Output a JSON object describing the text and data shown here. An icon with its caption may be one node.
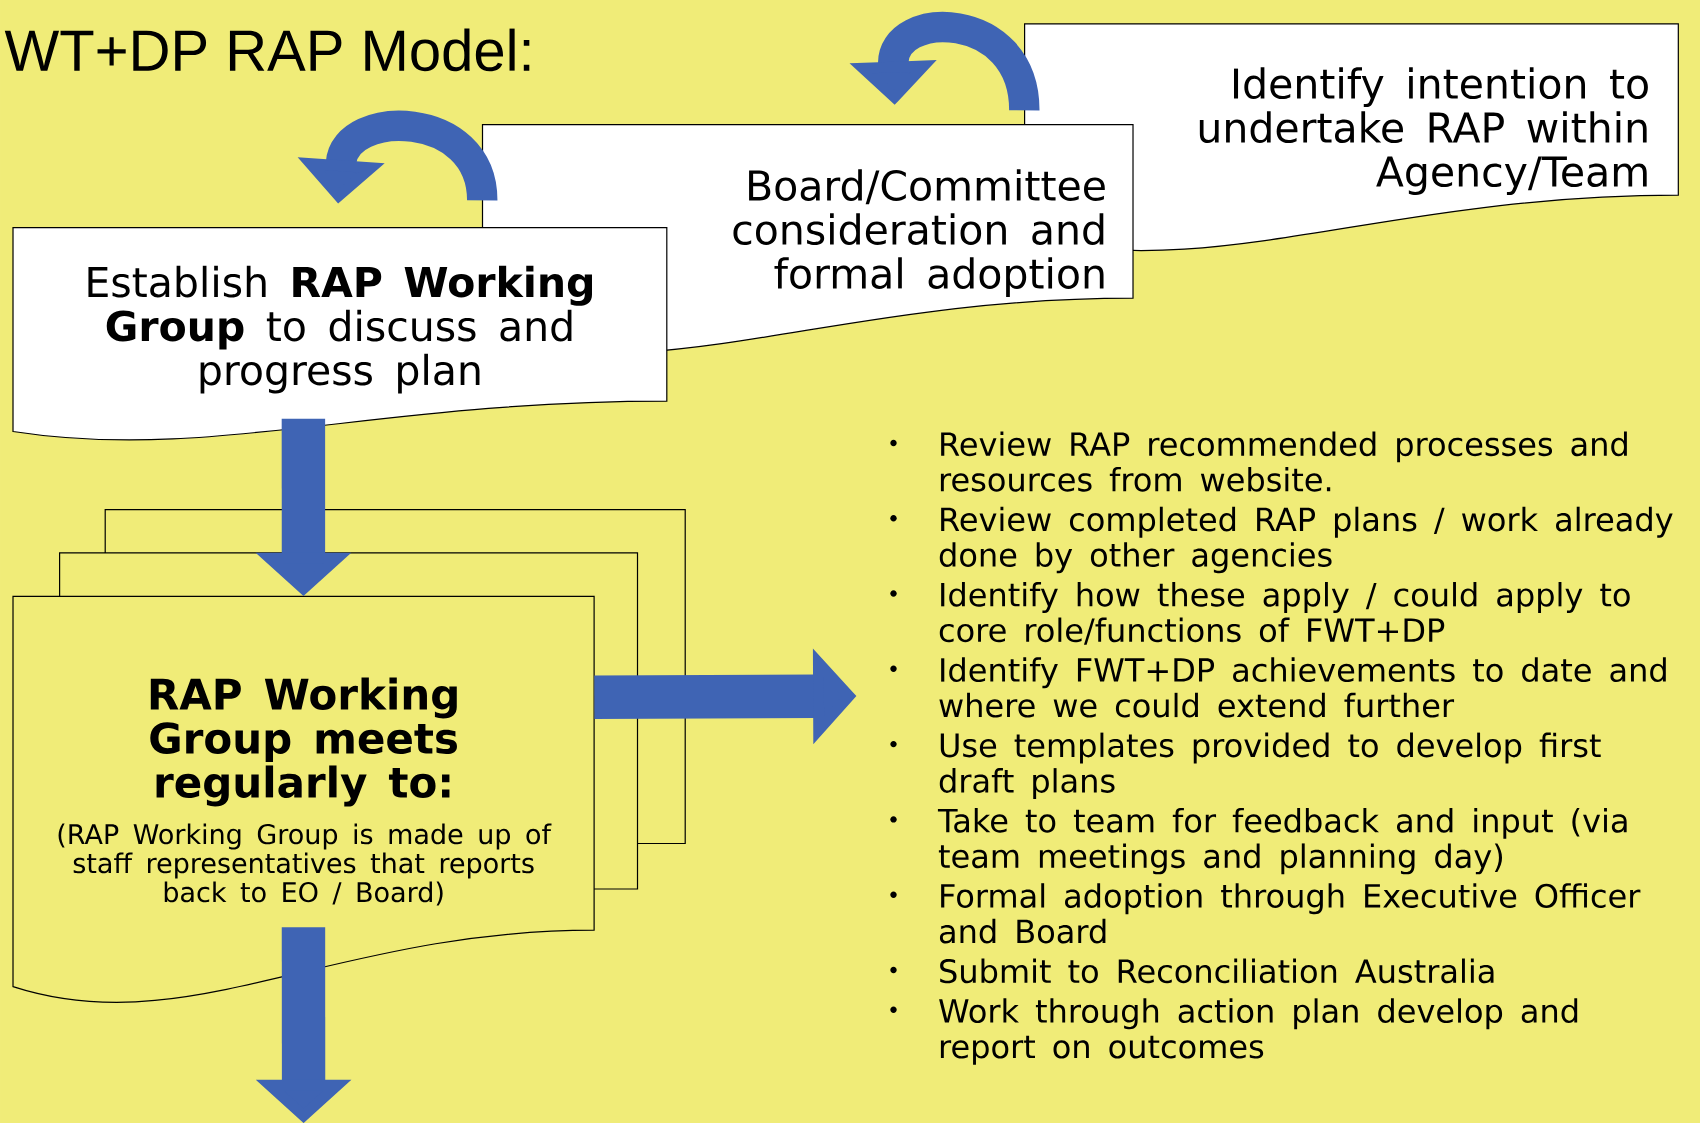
{
  "diagram": {
    "title": "WT+DP RAP Model:",
    "nodes": [
      {
        "text": [
          "Identify intention to undertake RAP within Agency/Team"
        ]
      },
      {
        "text": [
          "Board/Committee consideration and formal adoption"
        ]
      },
      {
        "text": [
          "Establish **RAP Working Group** to discuss and progress plan"
        ]
      },
      {
        "text": [
          "RAP Working Group meets regularly to:",
          "(RAP Working Group is made up of staff representatives that reports back to EO / Board)"
        ]
      },
      {
        "text": [
          "Review RAP recommended processes and resources from website.",
          "Review completed RAP plans / work already done by other agencies",
          "Identify how these apply / could apply to core role/functions of FWT+DP",
          "Identify FWT+DP achievements to date and where we could extend further",
          "Use templates provided to develop first draft plans",
          "Take to team for feedback and input (via team meetings and planning day)",
          "Formal adoption through Executive Officer and Board",
          "Submit to Reconciliation Australia",
          "Work through action plan develop and report on outcomes"
        ]
      }
    ],
    "edges": [
      {
        "from": 0,
        "to": 1,
        "arrow": "to"
      },
      {
        "from": 1,
        "to": 2,
        "arrow": "to"
      },
      {
        "from": 2,
        "to": 3,
        "arrow": "to"
      },
      {
        "from": 3,
        "to": 4,
        "arrow": "to"
      },
      {
        "from": 3,
        "to": null,
        "arrow": "to"
      }
    ]
  }
}
